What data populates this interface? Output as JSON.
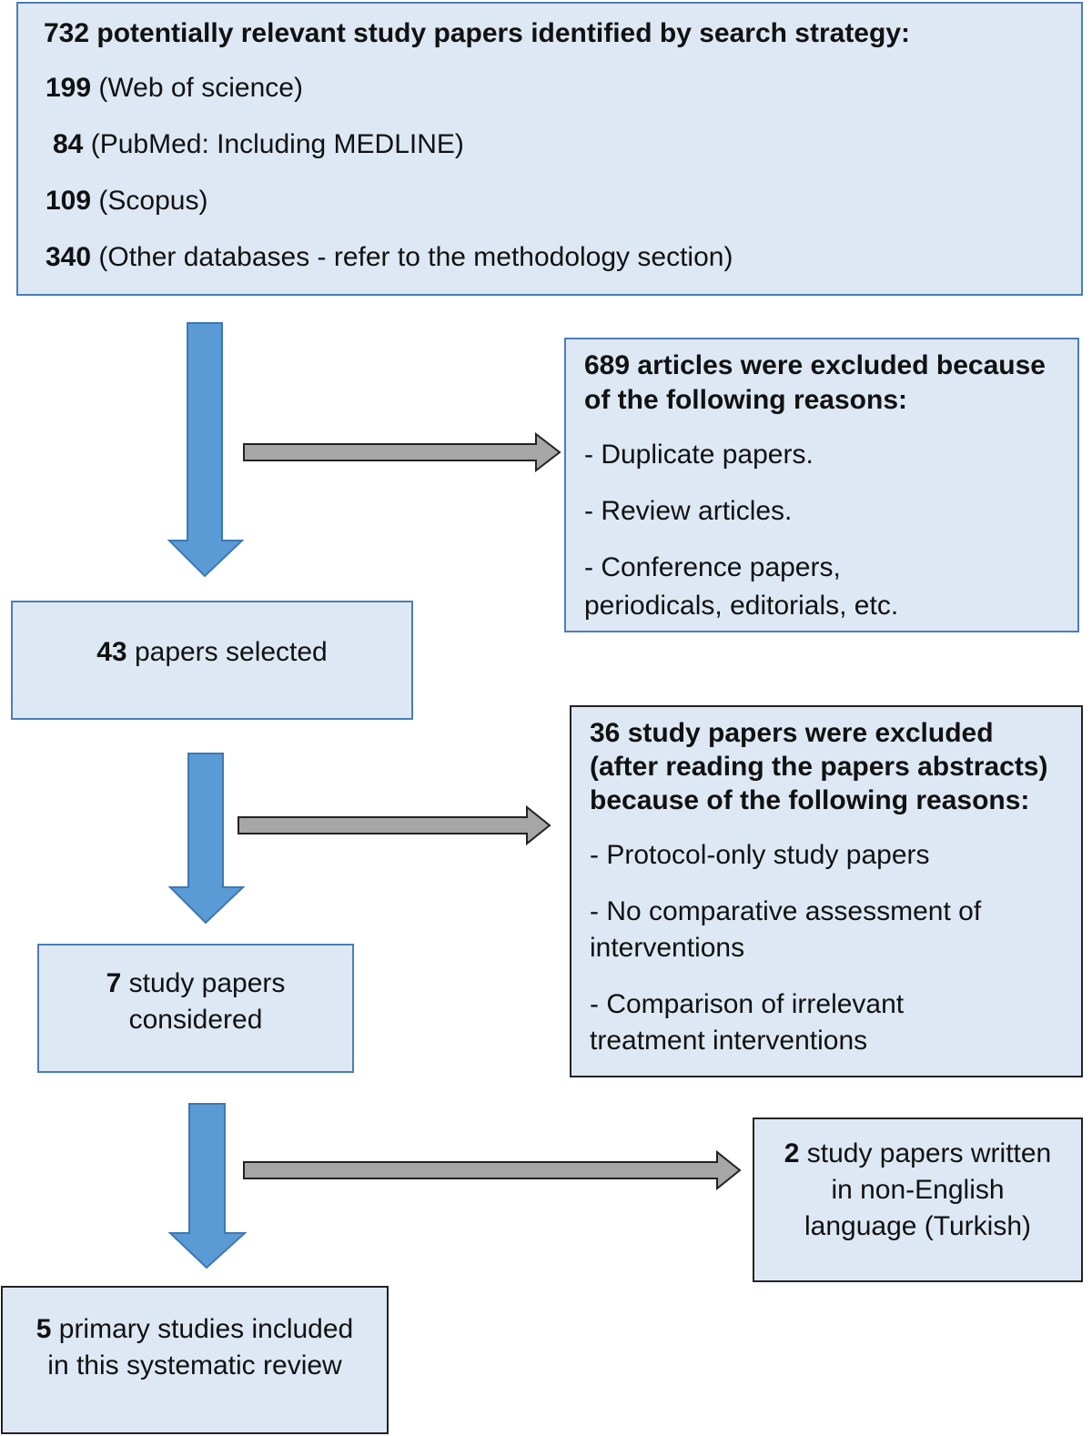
{
  "search_box": {
    "header_number": "732",
    "header_text": " potentially relevant study papers identified by search strategy:",
    "sources": [
      {
        "count": "199",
        "label": " (Web of science)"
      },
      {
        "count": "84",
        "label": " (PubMed: Including MEDLINE)"
      },
      {
        "count": "109",
        "label": " (Scopus)"
      },
      {
        "count": "340",
        "label": " (Other databases - refer to the methodology section)"
      }
    ]
  },
  "exclusion_1": {
    "header_line1": "689 articles were excluded because",
    "header_line2": "of the following reasons:",
    "reasons": [
      "- Duplicate papers.",
      "- Review articles.",
      "- Conference papers,",
      "periodicals, editorials, etc."
    ]
  },
  "selected_box": {
    "number": "43",
    "text": " papers selected"
  },
  "exclusion_2": {
    "header_line1": "36 study papers were excluded",
    "header_line2": "(after reading the papers abstracts)",
    "header_line3": "because of the following reasons:",
    "reasons": [
      "- Protocol-only study papers",
      "- No comparative assessment of",
      "interventions",
      "- Comparison of irrelevant",
      "treatment interventions"
    ]
  },
  "considered_box": {
    "number": "7",
    "text_line1": " study papers",
    "text_line2": "considered"
  },
  "exclusion_3": {
    "number": "2",
    "text_line1": " study papers written",
    "text_line2": "in non-English",
    "text_line3": "language (Turkish)"
  },
  "included_box": {
    "number": "5",
    "text_line1": " primary studies included",
    "text_line2": "in this systematic review"
  },
  "colors": {
    "box_fill": "#dde8f4",
    "box_border_blue": "#4a7eb8",
    "down_arrow": "#5b9bd5",
    "side_arrow": "#a6a6a6"
  }
}
